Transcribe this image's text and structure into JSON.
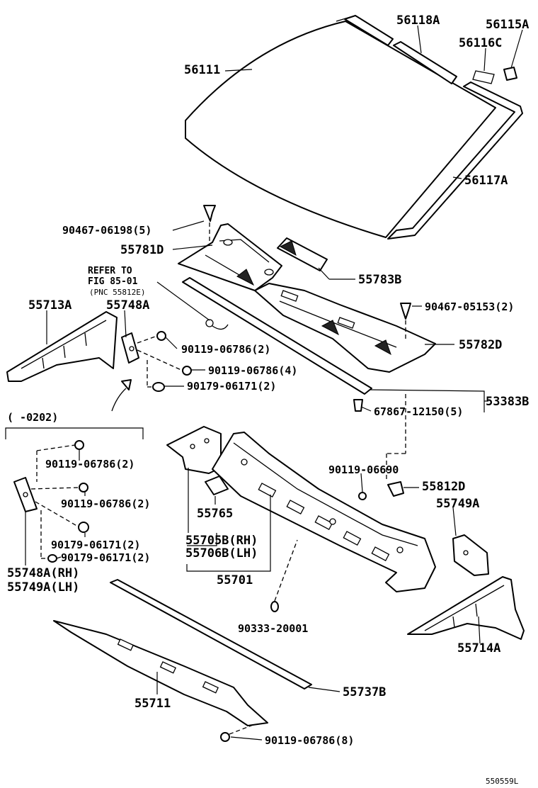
{
  "labels": {
    "p56118A": "56118A",
    "p56115A": "56115A",
    "p56116C": "56116C",
    "p56111": "56111",
    "p56117A": "56117A",
    "p90467_06198": "90467-06198(5)",
    "p55781D": "55781D",
    "refer_line1": "REFER TO",
    "refer_line2": "FIG 85-01",
    "refer_line3": "(PNC 55812E)",
    "p55783B": "55783B",
    "p55713A": "55713A",
    "p55748A": "55748A",
    "p90467_05153": "90467-05153(2)",
    "p90119_06786_2": "90119-06786(2)",
    "p55782D": "55782D",
    "p90119_06786_4": "90119-06786(4)",
    "p90179_06171_2": "90179-06171(2)",
    "p53383B": "53383B",
    "p67867_12150": "67867-12150(5)",
    "range": "(    -0202)",
    "p90119_06786_2b": "90119-06786(2)",
    "p90119_06690": "90119-06690",
    "p55812D": "55812D",
    "p90119_06786_2c": "90119-06786(2)",
    "p55765": "55765",
    "p55749A": "55749A",
    "p90179_06171_2b": "90179-06171(2)",
    "p55705B": "55705B(RH)",
    "p90179_06171_2c": "90179-06171(2)",
    "p55706B": "55706B(LH)",
    "p55748A_rh": "55748A(RH)",
    "p55701": "55701",
    "p55749A_lh": "55749A(LH)",
    "p90333_20001": "90333-20001",
    "p55714A": "55714A",
    "p55711": "55711",
    "p55737B": "55737B",
    "p90119_06786_8": "90119-06786(8)",
    "diagram_id": "550559L"
  }
}
